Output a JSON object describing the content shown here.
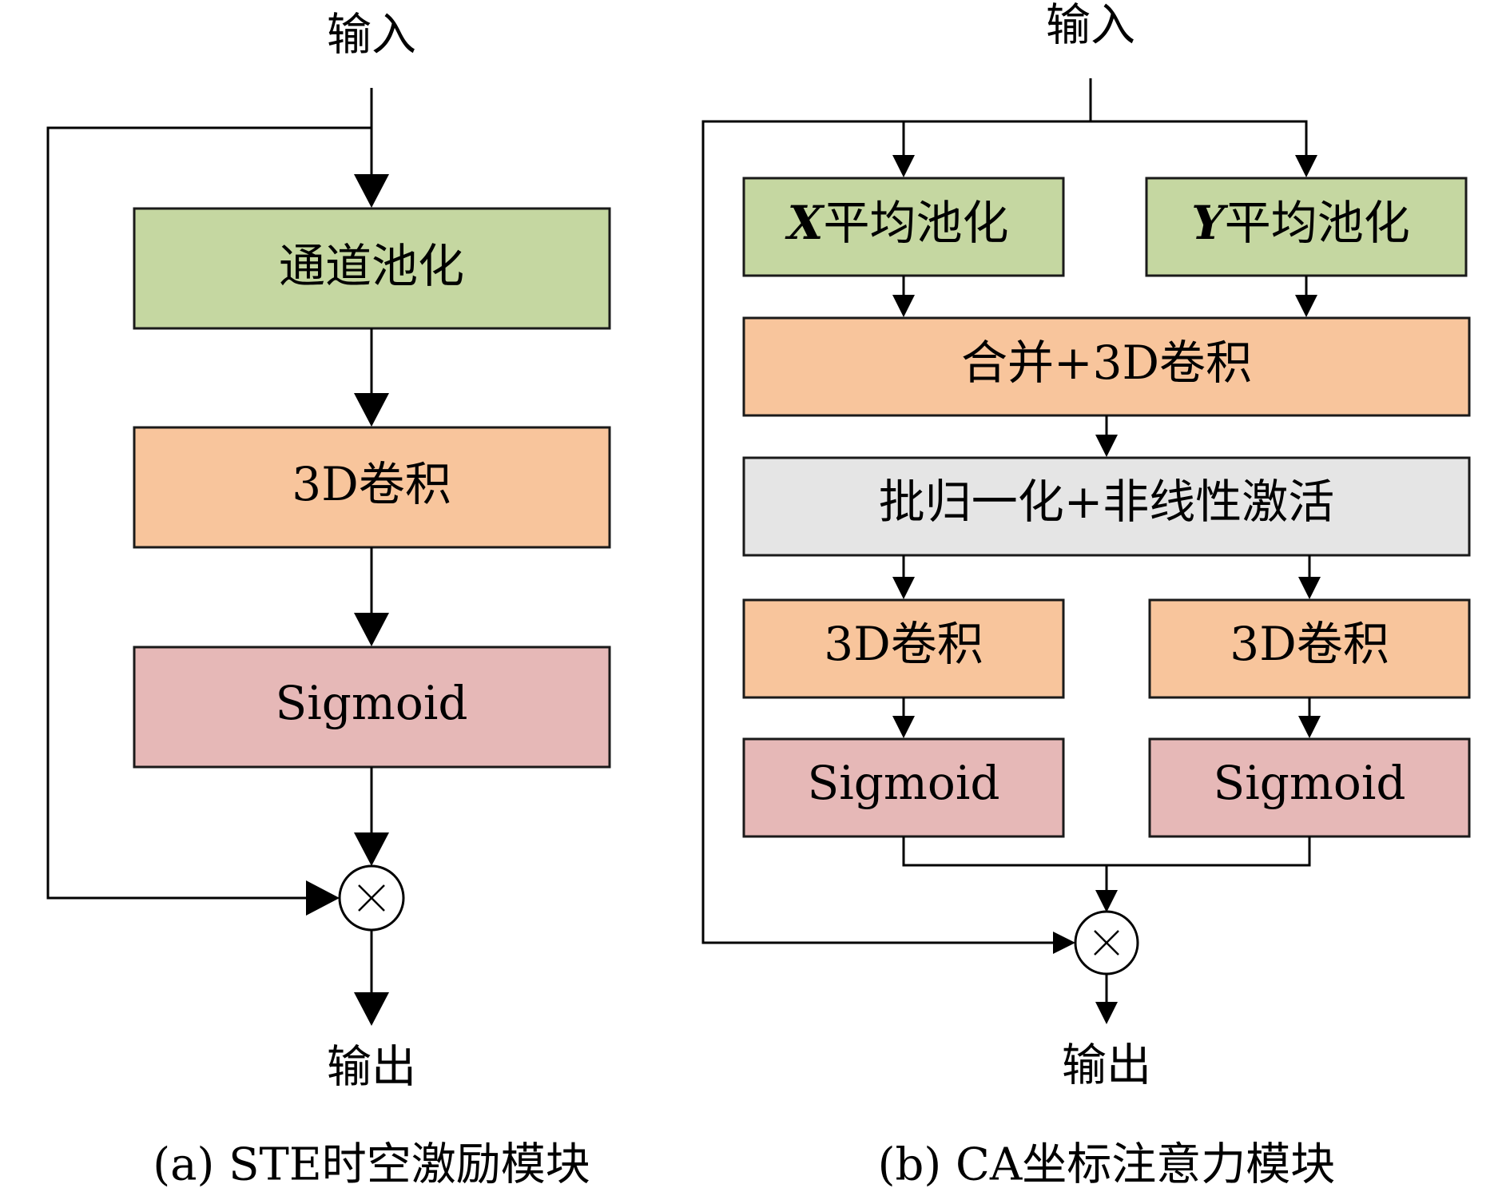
{
  "colors": {
    "pooling": "#c5d7a1",
    "conv": "#f8c59c",
    "sigmoid": "#e6b8b7",
    "bn": "#e5e5e5",
    "stroke": "#1a1a1a"
  },
  "panel_a": {
    "input": "输入",
    "output": "输出",
    "channel_pooling": "通道池化",
    "conv3d": "3D卷积",
    "sigmoid": "Sigmoid",
    "multiply_symbol": "×",
    "caption": "(a) STE时空激励模块"
  },
  "panel_b": {
    "input": "输入",
    "output": "输出",
    "x_pool_var": "X",
    "x_pool_text": "平均池化",
    "y_pool_var": "Y",
    "y_pool_text": "平均池化",
    "merge_conv": "合并+3D卷积",
    "bn_activation": "批归一化+非线性激活",
    "conv3d_left": "3D卷积",
    "conv3d_right": "3D卷积",
    "sigmoid_left": "Sigmoid",
    "sigmoid_right": "Sigmoid",
    "multiply_symbol": "×",
    "caption": "(b) CA坐标注意力模块"
  }
}
